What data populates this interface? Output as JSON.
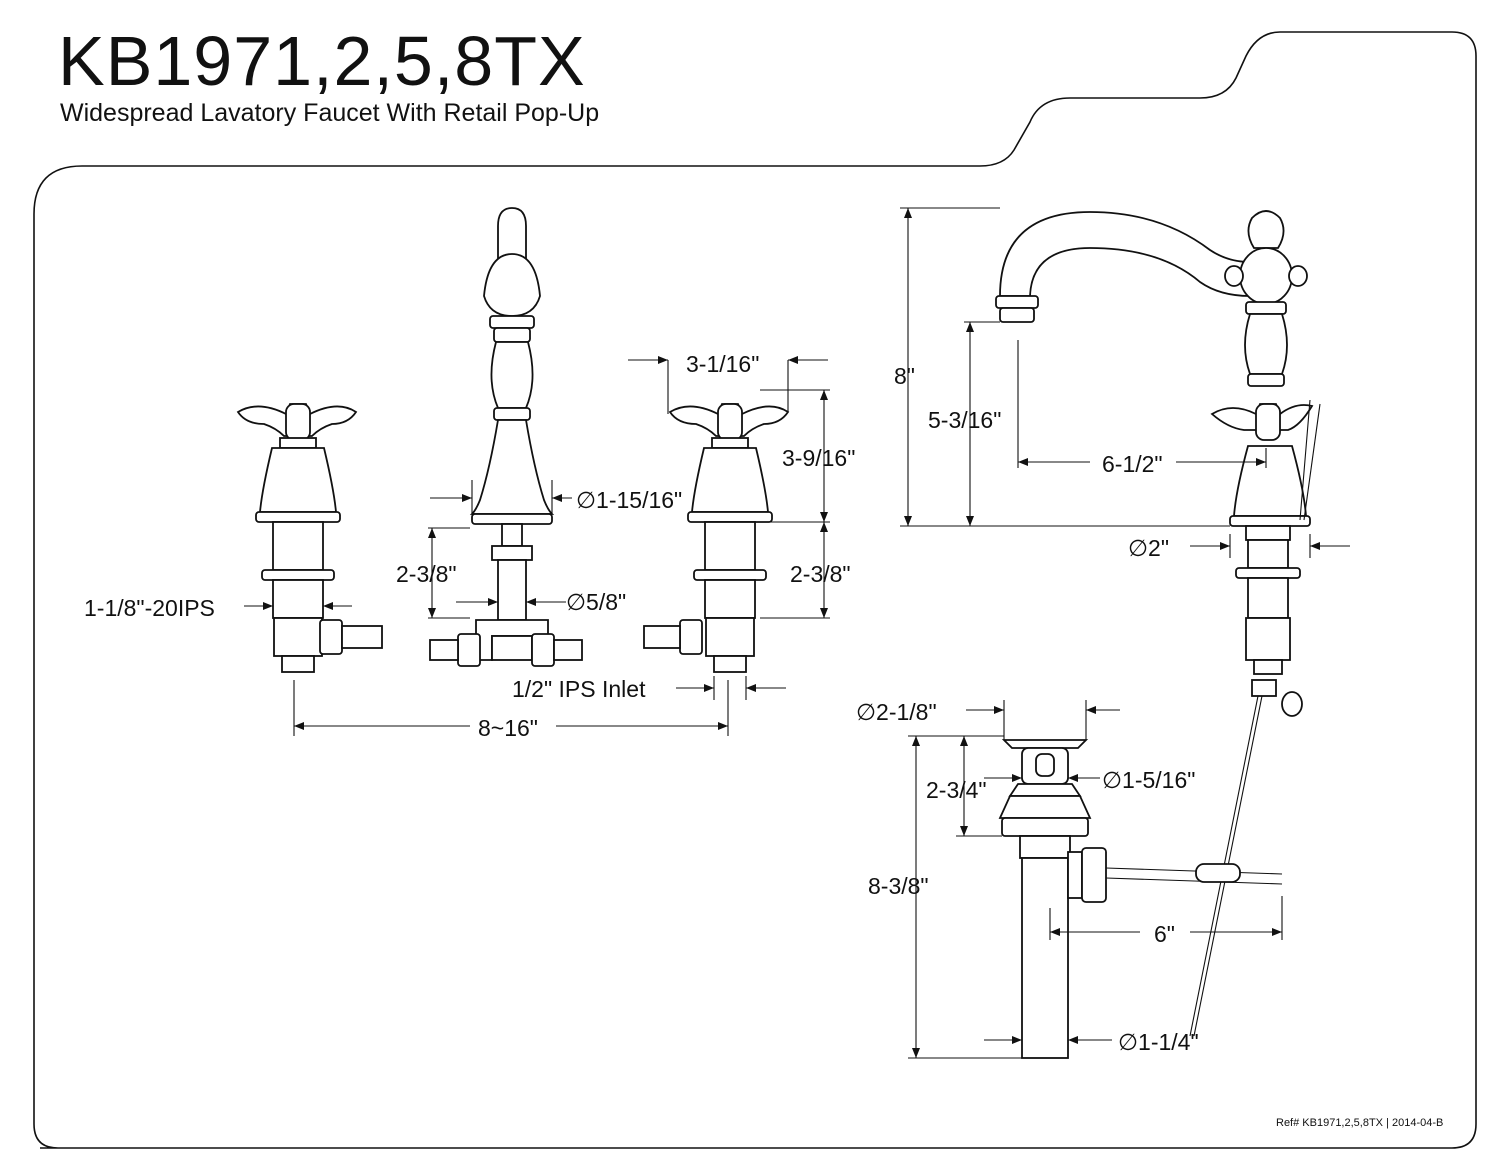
{
  "title": "KB1971,2,5,8TX",
  "subtitle": "Widespread Lavatory Faucet With Retail Pop-Up",
  "reference": "Ref# KB1971,2,5,8TX | 2014-04-B",
  "dimensions": {
    "handle_thread": "1-1/8\"-20IPS",
    "spout_base_dia": "∅1-15/16\"",
    "spout_shank_height": "2-3/8\"",
    "spout_shank_dia": "∅5/8\"",
    "handle_width": "3-1/16\"",
    "handle_height": "3-9/16\"",
    "handle_shank_height": "2-3/8\"",
    "inlet": "1/2\" IPS Inlet",
    "spread": "8~16\"",
    "overall_height": "8\"",
    "spout_clearance": "5-3/16\"",
    "spout_reach": "6-1/2\"",
    "faucet_base_dia": "∅2\"",
    "drain_flange_dia": "∅2-1/8\"",
    "drain_stopper_dia": "∅1-5/16\"",
    "drain_body_height": "2-3/4\"",
    "drain_total_height": "8-3/8\"",
    "drain_pivot_length": "6\"",
    "tailpiece_dia": "∅1-1/4\""
  }
}
